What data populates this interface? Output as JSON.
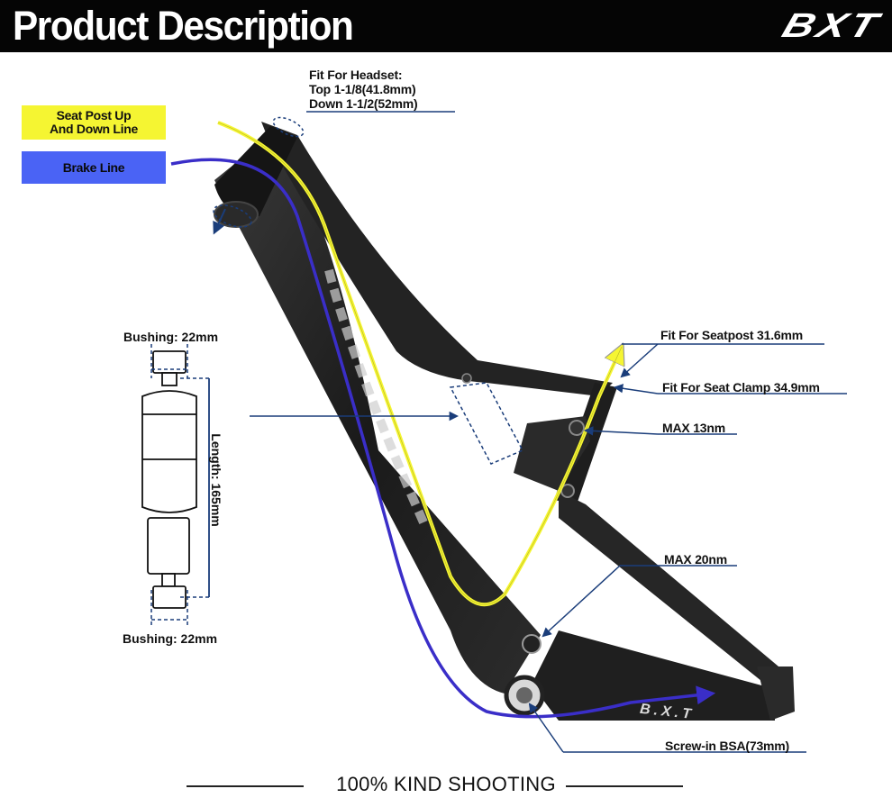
{
  "header": {
    "title": "Product Description",
    "brand": "BXT"
  },
  "legend": {
    "seat_post_line": "Seat Post Up\nAnd Down Line",
    "brake_line": "Brake Line"
  },
  "callouts": {
    "headset_title": "Fit For Headset:",
    "headset_top": "Top 1-1/8(41.8mm)",
    "headset_down": "Down 1-1/2(52mm)",
    "seatpost": "Fit For Seatpost 31.6mm",
    "seat_clamp": "Fit For Seat Clamp 34.9mm",
    "max_13": "MAX 13nm",
    "max_20": "MAX 20nm",
    "bsa": "Screw-in BSA(73mm)"
  },
  "shock": {
    "bushing_top": "Bushing: 22mm",
    "bushing_bottom": "Bushing: 22mm",
    "length": "Length: 165mm"
  },
  "frame_decal": "B.X.T",
  "footer": "100% KIND SHOOTING",
  "colors": {
    "seat_post_line": "#f5f532",
    "brake_line": "#4a63f5",
    "callout_line": "#1a3d7a",
    "frame": "#1c1c1c"
  }
}
